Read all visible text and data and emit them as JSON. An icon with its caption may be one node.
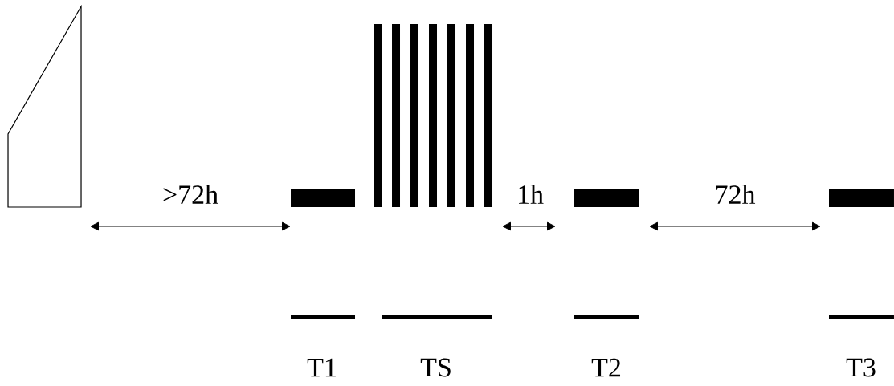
{
  "diagram": {
    "labels": [
      ">72h",
      "1h",
      "72h",
      "T1",
      "TS",
      "T2",
      "T3"
    ]
  }
}
